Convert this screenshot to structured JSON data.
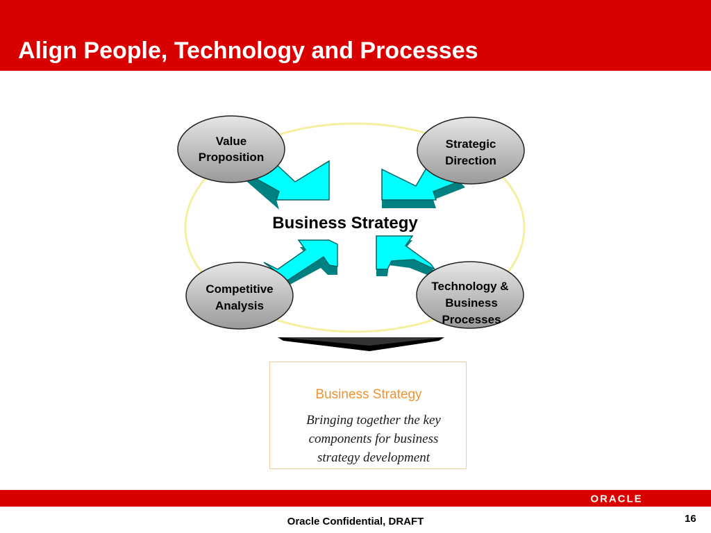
{
  "slide": {
    "title": "Align People, Technology and Processes"
  },
  "diagram": {
    "center_label": "Business Strategy",
    "nodes": {
      "value_proposition": [
        "Value",
        "Proposition"
      ],
      "strategic_direction": [
        "Strategic",
        "Direction"
      ],
      "competitive_analysis": [
        "Competitive",
        "Analysis"
      ],
      "technology_processes": [
        "Technology &",
        "Business",
        "Processes"
      ]
    }
  },
  "summary": {
    "title": "Business Strategy",
    "description": "Bringing together the key components for business strategy development"
  },
  "footer": {
    "brand": "ORACLE",
    "confidential": "Oracle Confidential, DRAFT",
    "page_number": "16"
  },
  "colors": {
    "header_red": "#d90000",
    "arrow_cyan": "#00ffff",
    "arrow_teal": "#008080",
    "ring_yellow": "#f5f0a0",
    "summary_orange": "#f0922e"
  }
}
